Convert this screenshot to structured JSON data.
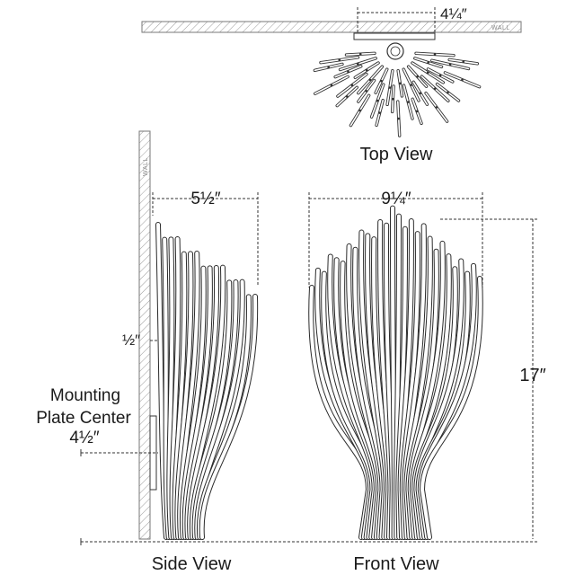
{
  "views": {
    "top": "Top View",
    "side": "Side View",
    "front": "Front View"
  },
  "dimensions": {
    "top_depth": "4¼″",
    "side_depth": "5½″",
    "front_width": "9¼″",
    "height": "17″",
    "plate_offset": "½″",
    "mounting_label_line1": "Mounting",
    "mounting_label_line2": "Plate Center",
    "mounting_value": "4½″"
  },
  "wall_label": "WALL"
}
